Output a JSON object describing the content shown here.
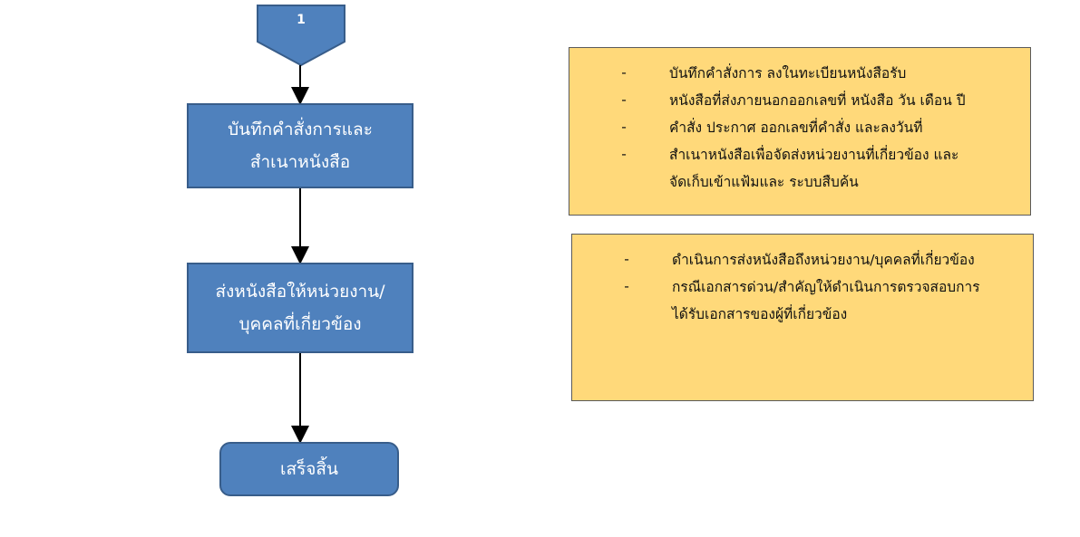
{
  "connector": {
    "label": "1"
  },
  "steps": [
    {
      "lines": [
        "บันทึกคำสั่งการและ",
        "สำเนาหนังสือ"
      ]
    },
    {
      "lines": [
        "ส่งหนังสือให้หน่วยงาน/",
        "บุคคลที่เกี่ยวข้อง"
      ]
    }
  ],
  "end": {
    "label": "เสร็จสิ้น"
  },
  "notes": [
    {
      "items": [
        "บันทึกคำสั่งการ ลงในทะเบียนหนังสือรับ",
        "หนังสือที่ส่งภายนอกออกเลขที่ หนังสือ วัน เดือน ปี",
        "คำสั่ง ประกาศ ออกเลขที่คำสั่ง และลงวันที่",
        "สำเนาหนังสือเพื่อจัดส่งหน่วยงานที่เกี่ยวข้อง และ"
      ],
      "continuation": "จัดเก็บเข้าแฟ้มและ ระบบสืบค้น"
    },
    {
      "items": [
        "ดำเนินการส่งหนังสือถึงหน่วยงาน/บุคคลที่เกี่ยวข้อง",
        "กรณีเอกสารด่วน/สำคัญให้ดำเนินการตรวจสอบการ"
      ],
      "continuation": "ได้รับเอกสารของผู้ที่เกี่ยวข้อง"
    }
  ],
  "bullet": "-",
  "colors": {
    "process": "#4F81BD",
    "border": "#385D8A",
    "note": "#FFD97A"
  }
}
